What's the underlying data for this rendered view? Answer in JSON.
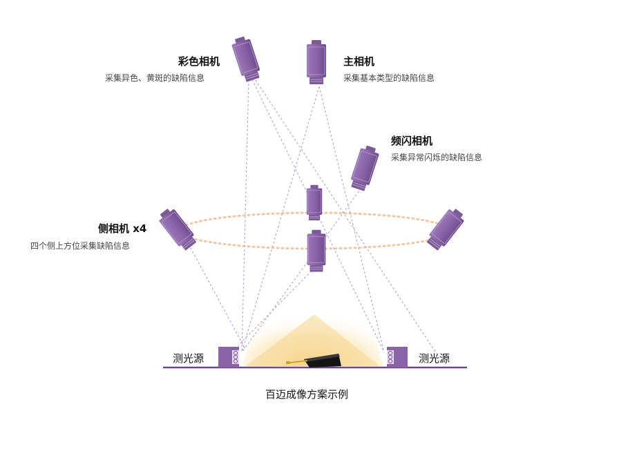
{
  "cameras": {
    "color": {
      "title": "彩色相机",
      "desc": "采集异色、黄斑的缺陷信息"
    },
    "main": {
      "title": "主相机",
      "desc": "采集基本类型的缺陷信息"
    },
    "strobe": {
      "title": "频闪相机",
      "desc": "采集异常闪烁的缺陷信息"
    },
    "side": {
      "title": "侧相机 x4",
      "desc": "四个侧上方位采集缺陷信息"
    }
  },
  "light_source": {
    "left_label": "测光源",
    "right_label": "测光源"
  },
  "caption": "百迈成像方案示例",
  "colors": {
    "camera": "#8a63a8",
    "camera_dark": "#5e3f7a",
    "ring": "#f2c6a4",
    "ray": "#b9a6d6",
    "glow": "#f7d68a",
    "base_line": "#6b4a86"
  },
  "icons": {
    "camera": "industrial-camera-icon",
    "light": "led-light-source-icon",
    "panel": "display-panel-icon"
  }
}
